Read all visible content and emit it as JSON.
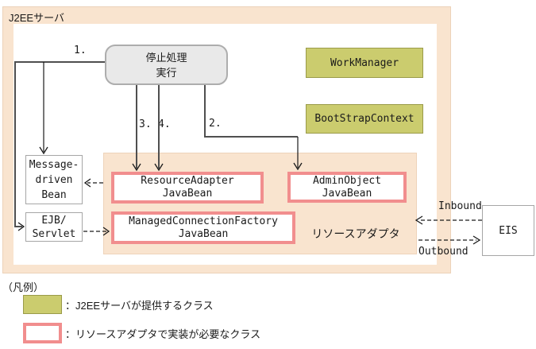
{
  "colors": {
    "server_background": "#f9e4cf",
    "provided_class_fill": "#cbcc6e",
    "provided_class_border": "#9a9b49",
    "required_class_border": "#f18e8e",
    "stop_box_fill": "#e9e9e9"
  },
  "j2ee_server": {
    "label": "J2EEサーバ",
    "stop_process": {
      "line1": "停止処理",
      "line2": "実行"
    },
    "work_manager": "WorkManager",
    "bootstrap_context": "BootStrapContext",
    "message_driven_bean": {
      "line1": "Message-",
      "line2": "driven",
      "line3": "Bean"
    },
    "ejb_servlet": {
      "line1": "EJB/",
      "line2": "Servlet"
    },
    "steps": {
      "n1": "1.",
      "n2": "2.",
      "n3": "3.",
      "n4": "4."
    },
    "resource_adapter": {
      "label": "リソースアダプタ",
      "resource_adapter_bean": {
        "line1": "ResourceAdapter",
        "line2": "JavaBean"
      },
      "managed_connection_factory_bean": {
        "line1": "ManagedConnectionFactory",
        "line2": "JavaBean"
      },
      "admin_object_bean": {
        "line1": "AdminObject",
        "line2": "JavaBean"
      }
    }
  },
  "external": {
    "eis": "EIS",
    "inbound": "Inbound",
    "outbound": "Outbound"
  },
  "legend": {
    "title": "（凡例）",
    "item1": "：J2EEサーバが提供するクラス",
    "item2": "：リソースアダプタで実装が必要なクラス"
  }
}
